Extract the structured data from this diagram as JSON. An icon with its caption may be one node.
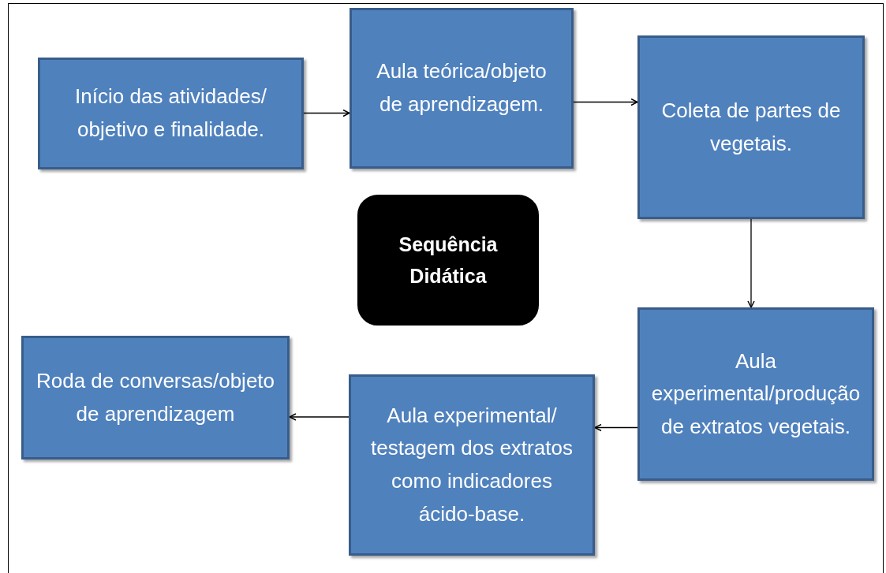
{
  "diagram": {
    "nodes": [
      {
        "text": [
          "Início das atividades/ objetivo e finalidade."
        ]
      },
      {
        "text": [
          "Aula teórica/objeto de aprendizagem."
        ]
      },
      {
        "text": [
          "Coleta de partes de vegetais."
        ]
      },
      {
        "text": [
          "Sequência Didática"
        ]
      },
      {
        "text": [
          "Aula experimental/produção de extratos vegetais."
        ]
      },
      {
        "text": [
          "Aula experimental/ testagem dos extratos como indicadores ácido-base."
        ]
      },
      {
        "text": [
          "Roda de conversas/objeto de aprendizagem"
        ]
      }
    ],
    "edges": [
      {
        "from": 0,
        "to": 1,
        "arrow": "to"
      },
      {
        "from": 1,
        "to": 2,
        "arrow": "to"
      },
      {
        "from": 2,
        "to": 4,
        "arrow": "to"
      },
      {
        "from": 4,
        "to": 5,
        "arrow": "to"
      },
      {
        "from": 5,
        "to": 6,
        "arrow": "to"
      }
    ]
  }
}
